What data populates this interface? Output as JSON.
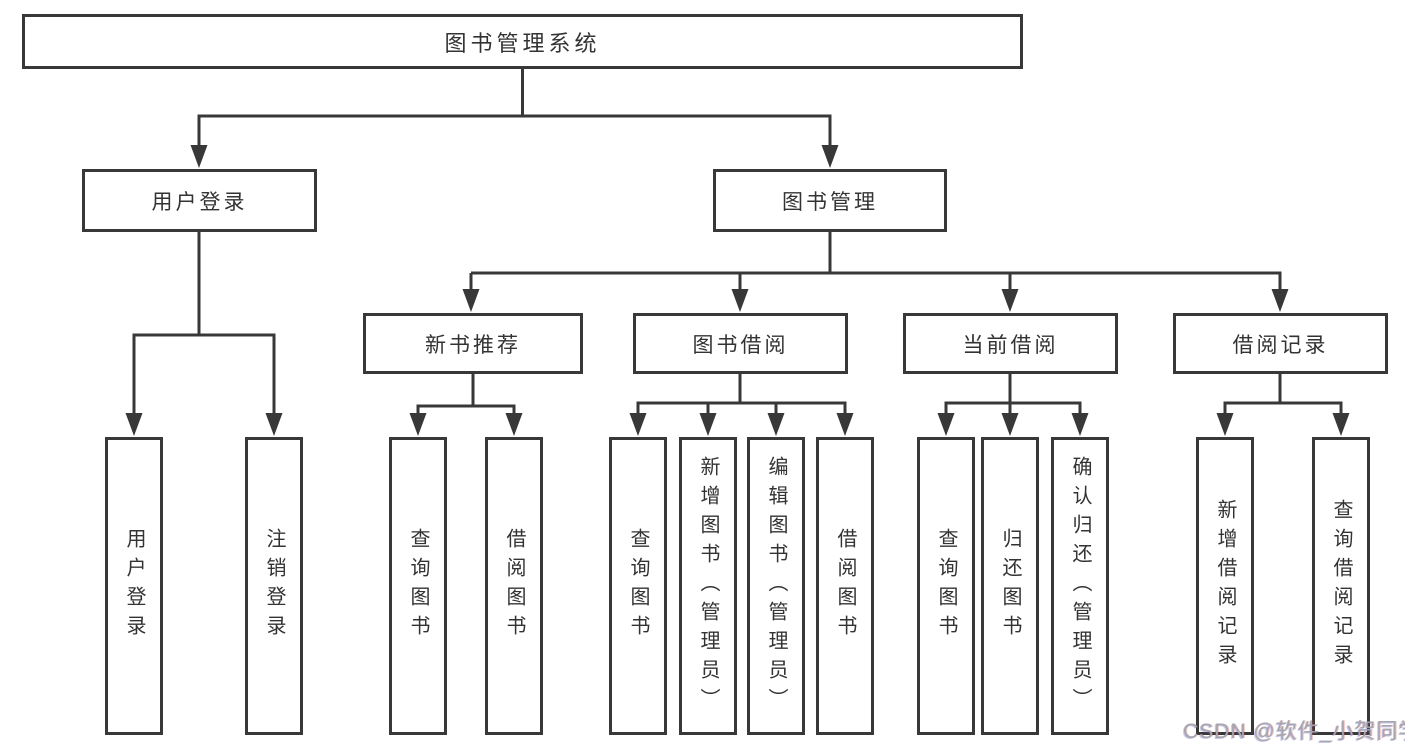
{
  "diagram_type": "hierarchy-tree",
  "colors": {
    "line": "#383838",
    "box_border": "#383838",
    "text": "#333333",
    "background": "#ffffff",
    "watermark": "#a6a6ad"
  },
  "tree": {
    "label": "图书管理系统",
    "children": [
      {
        "label": "用户登录",
        "children": [
          {
            "label": "用户登录"
          },
          {
            "label": "注销登录"
          }
        ]
      },
      {
        "label": "图书管理",
        "children": [
          {
            "label": "新书推荐",
            "children": [
              {
                "label": "查询图书"
              },
              {
                "label": "借阅图书"
              }
            ]
          },
          {
            "label": "图书借阅",
            "children": [
              {
                "label": "查询图书"
              },
              {
                "label": "新增图书（管理员）"
              },
              {
                "label": "编辑图书（管理员）"
              },
              {
                "label": "借阅图书"
              }
            ]
          },
          {
            "label": "当前借阅",
            "children": [
              {
                "label": "查询图书"
              },
              {
                "label": "归还图书"
              },
              {
                "label": "确认归还（管理员）"
              }
            ]
          },
          {
            "label": "借阅记录",
            "children": [
              {
                "label": "新增借阅记录"
              },
              {
                "label": "查询借阅记录"
              }
            ]
          }
        ]
      }
    ]
  },
  "watermark": {
    "text": "CSDN @软件_小贺同学"
  }
}
